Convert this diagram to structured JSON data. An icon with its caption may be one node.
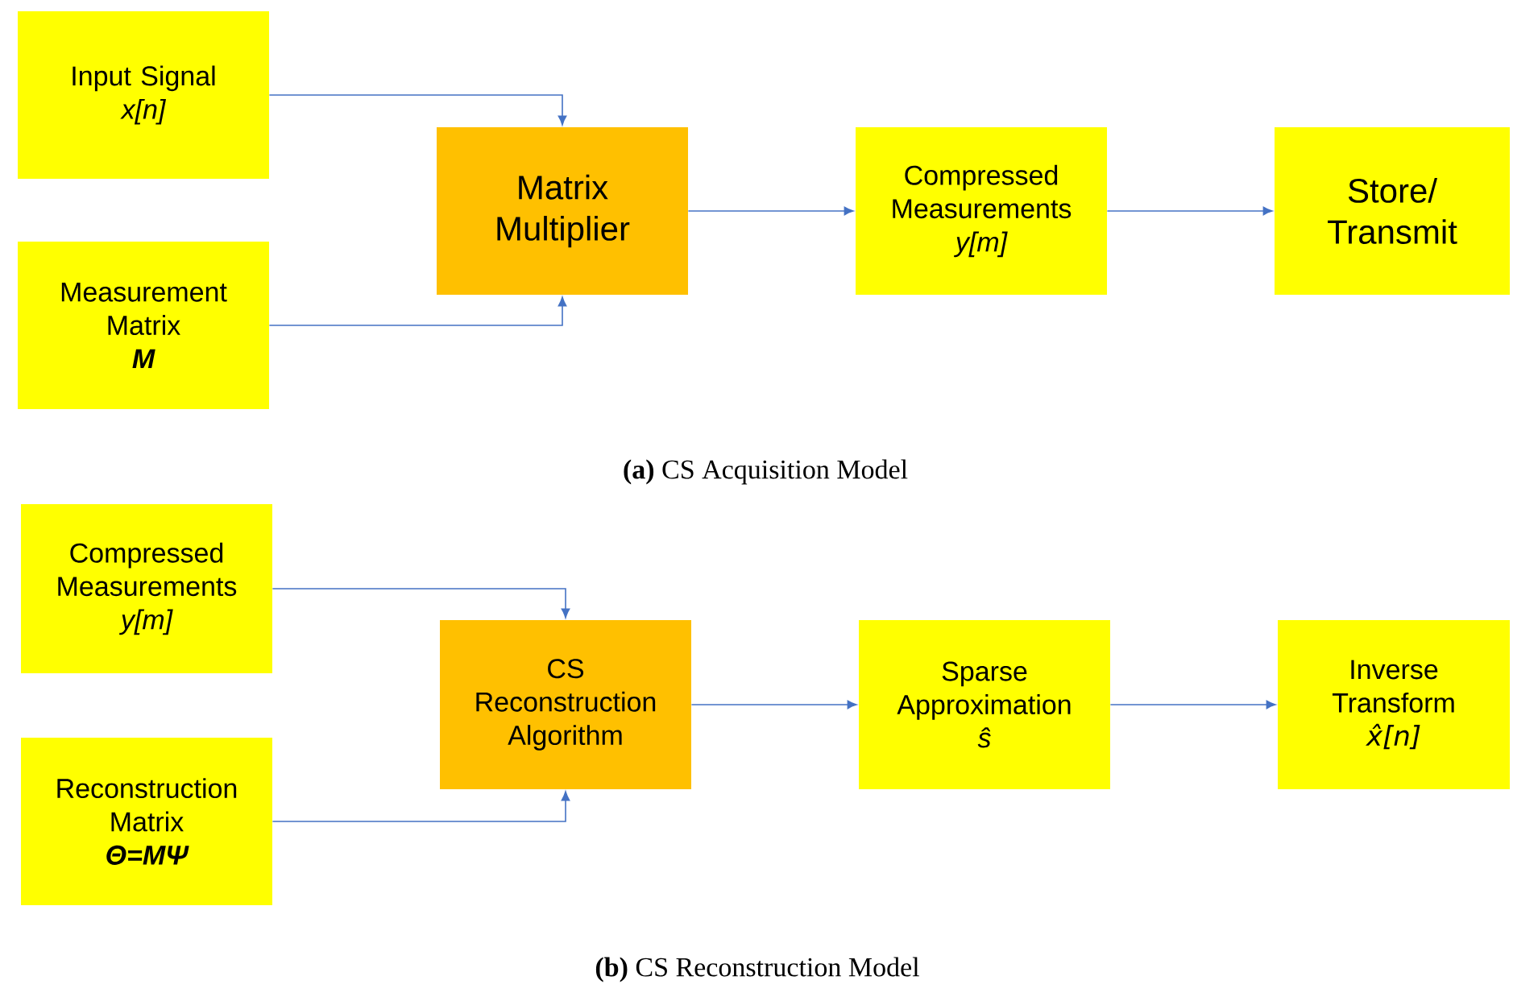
{
  "diagram": {
    "nodes": [
      {
        "text": [
          "Input Signal",
          "x[n]"
        ]
      },
      {
        "text": [
          "Measurement Matrix",
          "M"
        ]
      },
      {
        "text": [
          "Matrix Multiplier"
        ]
      },
      {
        "text": [
          "Compressed Measurements",
          "y[m]"
        ]
      },
      {
        "text": [
          "Store/ Transmit"
        ]
      },
      {
        "text": [
          "Compressed Measurements",
          "y[m]"
        ]
      },
      {
        "text": [
          "Reconstruction Matrix",
          "Θ=MΨ"
        ]
      },
      {
        "text": [
          "CS Reconstruction Algorithm"
        ]
      },
      {
        "text": [
          "Sparse Approximation",
          "ŝ"
        ]
      },
      {
        "text": [
          "Inverse Transform",
          "x̂[n]"
        ]
      }
    ],
    "edges": [
      {
        "from": 0,
        "to": 2,
        "arrow": "to"
      },
      {
        "from": 1,
        "to": 2,
        "arrow": "to"
      },
      {
        "from": 2,
        "to": 3,
        "arrow": "to"
      },
      {
        "from": 3,
        "to": 4,
        "arrow": "to"
      },
      {
        "from": 5,
        "to": 7,
        "arrow": "to"
      },
      {
        "from": 6,
        "to": 7,
        "arrow": "to"
      },
      {
        "from": 7,
        "to": 8,
        "arrow": "to"
      },
      {
        "from": 8,
        "to": 9,
        "arrow": "to"
      }
    ],
    "labels": [
      "**(a)** CS Acquisition Model",
      "**(b)** CS Reconstruction Model"
    ]
  }
}
